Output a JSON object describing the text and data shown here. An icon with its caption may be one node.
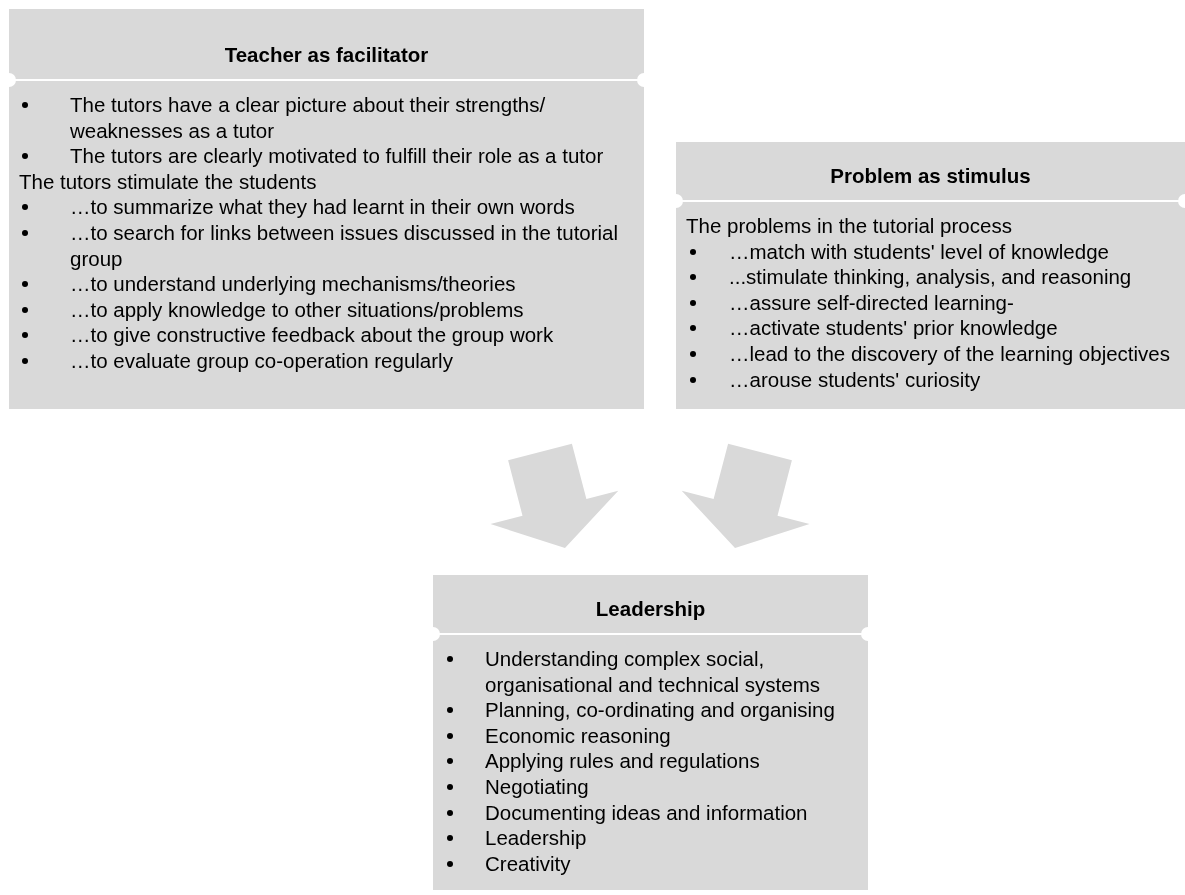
{
  "diagram": {
    "nodes": [
      {
        "text": [
          "Teacher as facilitator",
          "The tutors have a clear picture about their strengths/ weaknesses as a tutor",
          "The tutors are clearly motivated to fulfill their role as a tutor",
          "The tutors stimulate the students",
          "…to summarize what they had learnt in their own words",
          "…to search for links between issues discussed in the tutorial group",
          "…to understand underlying mechanisms/theories",
          "…to apply knowledge to other situations/problems",
          "…to give constructive feedback about the group work",
          "…to evaluate group co-operation regularly"
        ]
      },
      {
        "text": [
          "Problem as stimulus",
          "The problems in the tutorial process",
          "…match with students' level of knowledge",
          "...stimulate thinking, analysis, and reasoning",
          "…assure self-directed learning-",
          "…activate students' prior knowledge",
          "…lead to the discovery of the learning objectives",
          "…arouse students' curiosity"
        ]
      },
      {
        "text": [
          "Leadership",
          "Understanding complex social, organisational and technical systems",
          "Planning, co-ordinating and organising",
          "Economic reasoning",
          "Applying rules and regulations",
          "Negotiating",
          "Documenting ideas and information",
          "Leadership",
          "Creativity"
        ]
      }
    ],
    "edges": [
      {
        "from": 0,
        "to": 2,
        "arrow": "to"
      },
      {
        "from": 1,
        "to": 2,
        "arrow": "to"
      }
    ]
  }
}
